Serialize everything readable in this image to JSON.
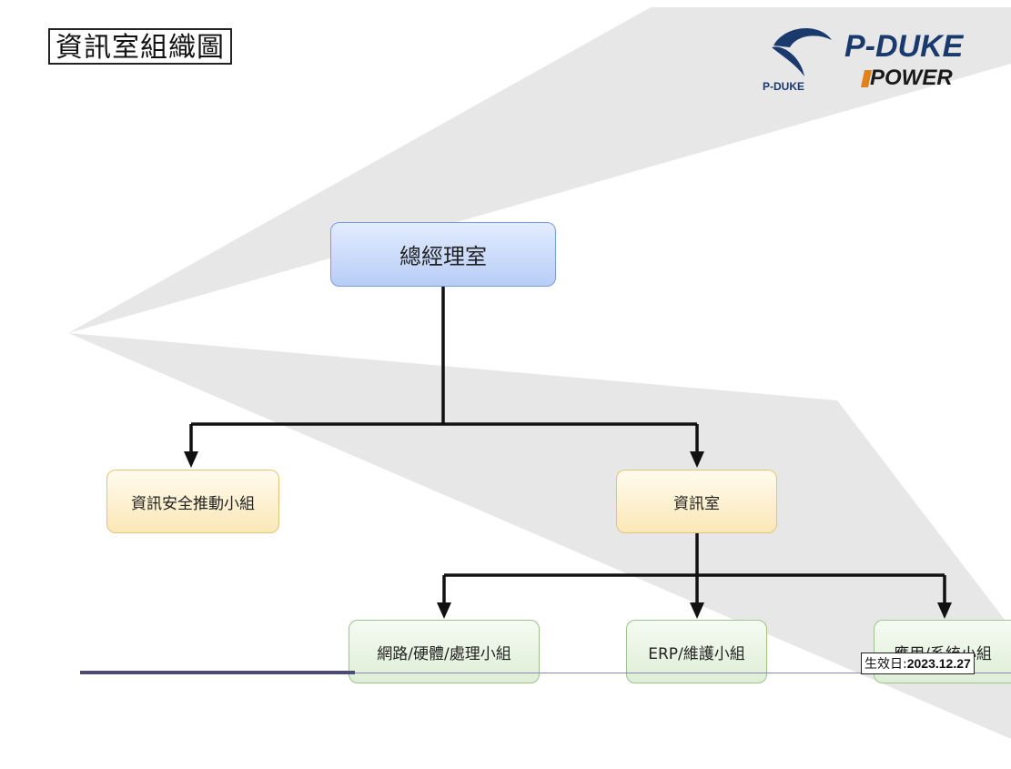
{
  "title": "資訊室組織圖",
  "logo": {
    "brand_top": "P-DUKE",
    "brand_bottom": "POWER",
    "brand_small": "P-DUKE",
    "colors": {
      "navy": "#1a3a6e",
      "orange": "#e0811e"
    }
  },
  "chart_data": {
    "type": "org-chart",
    "nodes": [
      {
        "id": "ceo",
        "label": "總經理室"
      },
      {
        "id": "security",
        "label": "資訊安全推動小組",
        "parent": "ceo"
      },
      {
        "id": "it",
        "label": "資訊室",
        "parent": "ceo"
      },
      {
        "id": "network",
        "label": "網路/硬體/處理小組",
        "parent": "it"
      },
      {
        "id": "erp",
        "label": "ERP/維護小組",
        "parent": "it"
      },
      {
        "id": "app",
        "label": "應用/系統小組",
        "parent": "it"
      }
    ]
  },
  "footer": {
    "date_label": "生效日:",
    "date_value": "2023.12.27"
  },
  "colors": {
    "level1_fill": "#c8d8fa",
    "level2_fill": "#fdf1d2",
    "level3_fill": "#e6f2df",
    "background_wedge": "#e8e8e8"
  }
}
